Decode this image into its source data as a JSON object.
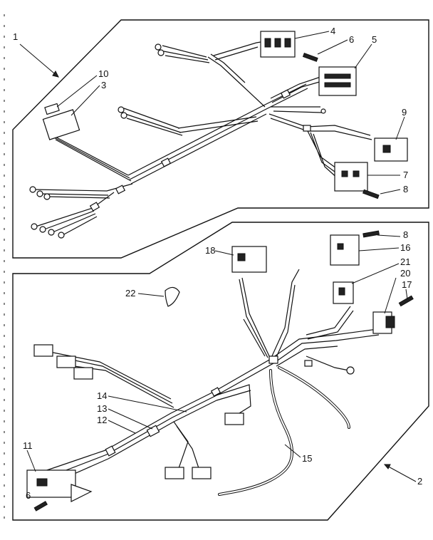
{
  "callouts": {
    "c1": "1",
    "c2": "2",
    "c3": "3",
    "c4": "4",
    "c5": "5",
    "c6a": "6",
    "c6b": "6",
    "c7": "7",
    "c8a": "8",
    "c8b": "8",
    "c9": "9",
    "c10": "10",
    "c11": "11",
    "c12": "12",
    "c13": "13",
    "c14": "14",
    "c15": "15",
    "c16": "16",
    "c17": "17",
    "c18": "18",
    "c20": "20",
    "c21": "21",
    "c22": "22"
  }
}
